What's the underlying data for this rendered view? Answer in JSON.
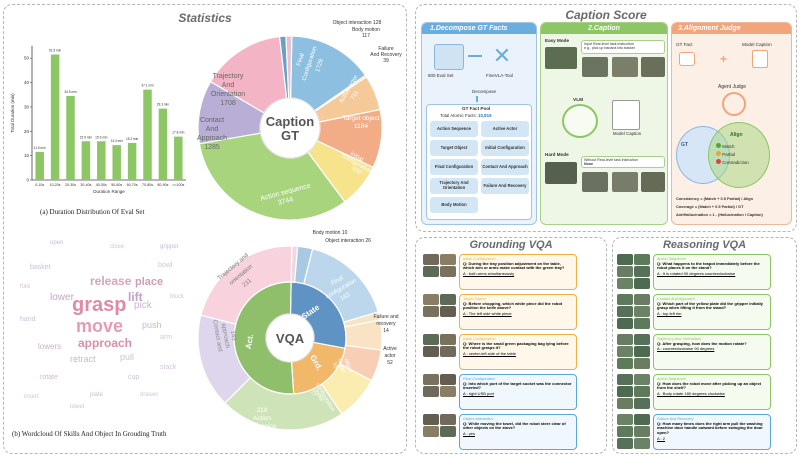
{
  "statistics": {
    "title": "Statistics",
    "bar_caption": "(a) Duration Distribution Of Eval Set",
    "wordcloud_caption": "(b) Wordcloud Of Skills And Object In Grouding Truth"
  },
  "chart_data": [
    {
      "type": "bar",
      "xlabel": "Duration Range",
      "ylabel": "Total Duration (min)",
      "categories": [
        "0-10s",
        "10-20s",
        "20-30s",
        "30-40s",
        "40-50s",
        "50-60s",
        "60-70s",
        "70-80s",
        "80-90s",
        ">=100s"
      ],
      "values": [
        11.5,
        51.5,
        34.5,
        15.9,
        15.9,
        14.3,
        15.2,
        37.1,
        29.3,
        17.8
      ],
      "value_labels": [
        "11.5 min",
        "51.5 min",
        "34.5 min",
        "15.9 min",
        "15.9 min",
        "14.3 min",
        "15.2 min",
        "37.1 min",
        "29.3 min",
        "17.8 min"
      ],
      "ylim": [
        0,
        55
      ],
      "color": "#8cc665"
    },
    {
      "type": "pie",
      "title": "Caption GT",
      "slices": [
        {
          "label": "Action sequence",
          "value": 3744,
          "color": "#a9d47e"
        },
        {
          "label": "Contact And Approach",
          "value": 1285,
          "color": "#b8aed6"
        },
        {
          "label": "Trajectory And Orientation",
          "value": 1708,
          "color": "#f3b4c6"
        },
        {
          "label": "Object interaction",
          "value": 128,
          "color": "#6aa0c8"
        },
        {
          "label": "Body motion",
          "value": 117,
          "color": "#e6c2d0"
        },
        {
          "label": "Final Configuration",
          "value": 1729,
          "color": "#8dbfe0"
        },
        {
          "label": "Failure And Recovery",
          "value": 39,
          "color": "#f4d9a6"
        },
        {
          "label": "Active actor",
          "value": 711,
          "color": "#f6ca98"
        },
        {
          "label": "Target object",
          "value": 1184,
          "color": "#f2ad86"
        },
        {
          "label": "Initial configuration",
          "value": 900,
          "color": "#f6e38c"
        }
      ]
    },
    {
      "type": "pie",
      "title": "VQA",
      "inner": [
        {
          "label": "Act.",
          "value": 381,
          "color": "#8fbf6a"
        },
        {
          "label": "State",
          "value": 205,
          "color": "#5f93c3"
        },
        {
          "label": "Grd.",
          "value": 156,
          "color": "#f0b868"
        }
      ],
      "outer": [
        {
          "label": "Action sequence",
          "value": 218,
          "color": "#cfe3b8"
        },
        {
          "label": "Contact and approach",
          "value": 163,
          "color": "#ddd6ec"
        },
        {
          "label": "Trajectory and orientation",
          "value": 211,
          "color": "#f8d3dd"
        },
        {
          "label": "Body motion",
          "value": 10,
          "color": "#ead8e2"
        },
        {
          "label": "Object interaction",
          "value": 26,
          "color": "#a9c8e2"
        },
        {
          "label": "Final configuration",
          "value": 163,
          "color": "#bcd7ec"
        },
        {
          "label": "Failure and recovery",
          "value": 14,
          "color": "#f6e5c4"
        },
        {
          "label": "Active actor",
          "value": 52,
          "color": "#fae2c4"
        },
        {
          "label": "Target object",
          "value": 55,
          "color": "#f8cfb4"
        },
        {
          "label": "Initial configuration",
          "value": 77,
          "color": "#fbecb0"
        }
      ]
    }
  ],
  "pie_labels": {
    "caption": [
      "Object interaction 128",
      "Body motion",
      "117",
      "Failure",
      "And Recovery",
      "39",
      "Trajectory",
      "And",
      "Orientation",
      "1708",
      "Contact",
      "And",
      "Approach",
      "1285",
      "Final",
      "Configuration",
      "1729",
      "Active actor",
      "711",
      "Target object",
      "1184",
      "Initial",
      "configuration",
      "900",
      "Action sequence",
      "3744",
      "Caption",
      "GT"
    ],
    "vqa": [
      "Body motion 10",
      "Object interaction 26",
      "Failure and",
      "recovery",
      "14",
      "Active",
      "actor",
      "52",
      "Trajectory and",
      "orientation",
      "211",
      "Final",
      "configuration",
      "163",
      "Contact and",
      "approach",
      "163",
      "Target",
      "object",
      "55",
      "Initial",
      "configuration",
      "77",
      "218",
      "Action",
      "sequence",
      "Act.",
      "State",
      "Grd.",
      "VQA"
    ]
  },
  "wordcloud": [
    {
      "w": "grasp",
      "c": "#e08aa5"
    },
    {
      "w": "move",
      "c": "#e59bb4"
    },
    {
      "w": "approach",
      "c": "#d88fa8"
    },
    {
      "w": "release",
      "c": "#d9a3b8"
    },
    {
      "w": "place",
      "c": "#cf9db4"
    },
    {
      "w": "lift",
      "c": "#c3a0c6"
    },
    {
      "w": "lower",
      "c": "#c5a5c7"
    },
    {
      "w": "pick",
      "c": "#cdb5d2"
    },
    {
      "w": "retract",
      "c": "#d2b6c6"
    },
    {
      "w": "push",
      "c": "#c9b7d6"
    },
    {
      "w": "pull",
      "c": "#d1bfd9"
    },
    {
      "w": "lowers",
      "c": "#cbb3cc"
    },
    {
      "w": "bowl",
      "c": "#d7c3d7"
    },
    {
      "w": "basket",
      "c": "#c8c0dc"
    },
    {
      "w": "rotate",
      "c": "#d5b9cf"
    },
    {
      "w": "cup",
      "c": "#cdbfd9"
    },
    {
      "w": "arm",
      "c": "#d9c6d6"
    },
    {
      "w": "hand",
      "c": "#ccc0dd"
    },
    {
      "w": "stack",
      "c": "#d0c3db"
    },
    {
      "w": "open",
      "c": "#c9bddc"
    },
    {
      "w": "close",
      "c": "#d6c2d6"
    },
    {
      "w": "gripper",
      "c": "#c7bcd9"
    },
    {
      "w": "insert",
      "c": "#d3c4da"
    },
    {
      "w": "plate",
      "c": "#ccbcd6"
    },
    {
      "w": "drawer",
      "c": "#d5c7dc"
    },
    {
      "w": "towel",
      "c": "#c8c2dd"
    },
    {
      "w": "fold",
      "c": "#d4c0d3"
    },
    {
      "w": "block",
      "c": "#cec5dd"
    }
  ],
  "caption_score": {
    "title": "Caption Score",
    "step1": {
      "title": "1.Decompose GT Facts",
      "eval_set": "800 Eval Set",
      "tool": "FineVLA-Tool",
      "decompose": "Decompose",
      "pool_title": "GT Fact Pool",
      "atomic_label": "Total Atomic Facts:",
      "atomic_count": "10,816",
      "facts": [
        "Action Sequence",
        "Active Actor",
        "Target Object",
        "Initial Configuration",
        "Final Configuration",
        "Contact And Approach",
        "Trajectory And Orientation",
        "Failure And Recovery",
        "Body Motion"
      ]
    },
    "step2": {
      "title": "2.Caption",
      "easy": "Easy Mode",
      "easy_instr": "Input Real-level task instruction",
      "easy_eg": "e.g., pick up banana into basket",
      "vlm": "VLM",
      "model_caption": "Model Caption",
      "hard": "Hard Mode",
      "hard_instr": "Without Real-level task instruction",
      "hard_none": "None"
    },
    "step3": {
      "title": "3.Alignment Judge",
      "gt_fact": "GT Fact",
      "model_caption": "Model Caption",
      "agent_judge": "Agent Judge",
      "gt": "GT",
      "align": "Align",
      "match": "Match",
      "partial": "Partial",
      "contradiction": "Contradiction",
      "f1": "Consistency = (Match + 0.5 Partial) / Align",
      "f2": "Coverage = (Match + 0.5 Partial) / GT",
      "f3": "AntiHallucination = 1 - (Hallucination / Caption)"
    }
  },
  "grounding_vqa": {
    "title": "Grounding VQA",
    "cards": [
      {
        "cat": "Initial Configuration",
        "q": "Q: During the tray position adjustment on the table, which arm or arms make contact with the green tray?",
        "a": "A : both arms simultaneously",
        "color": "#f0b040"
      },
      {
        "cat": "Target Object",
        "q": "Q: Before chopping, which white piece did the robot position the knife above?",
        "a": "A : The left side white piece",
        "color": "#f0b040"
      },
      {
        "cat": "Initial Configuration",
        "q": "Q: Where is the small green packaging bag lying before the robot grasps it?",
        "a": "A : center-left side of the table",
        "color": "#f0b040"
      },
      {
        "cat": "Final Configuration",
        "q": "Q: Into which port of the target socket was the connector inserted?",
        "a": "A : right USB port",
        "color": "#5aa8d8"
      },
      {
        "cat": "Object Interaction",
        "q": "Q: While moving the towel, did the robot steer clear of other objects on the stove?",
        "a": "A : yes",
        "color": "#5aa8d8"
      }
    ]
  },
  "reasoning_vqa": {
    "title": "Reasoning VQA",
    "cards": [
      {
        "cat": "Action Sequence",
        "q": "Q: What happens to the teapot immediately before the robot places it on the stand?",
        "a": "A : It is rotated 90 degrees counterclockwise",
        "color": "#8cc665"
      },
      {
        "cat": "Contact And Approach",
        "q": "Q: Which part of the yellow plate did the gripper initially grasp when lifting it from the stand?",
        "a": "A : top left rim",
        "color": "#8cc665"
      },
      {
        "cat": "Trajectory And Orientation",
        "q": "Q: After grasping, how does the motion rotate?",
        "a": "A : counterclockwise 90 degrees",
        "color": "#8cc665"
      },
      {
        "cat": "Action Sequence",
        "q": "Q: How does the robot move after picking up an object from the shelf?",
        "a": "A : Body rotate 180 degrees clockwise",
        "color": "#8cc665"
      },
      {
        "cat": "Failure And Recovery",
        "q": "Q: How many times does the right arm pull the washing machine door handle outward before swinging the door open?",
        "a": "A : 2",
        "color": "#5aa8d8"
      }
    ]
  }
}
